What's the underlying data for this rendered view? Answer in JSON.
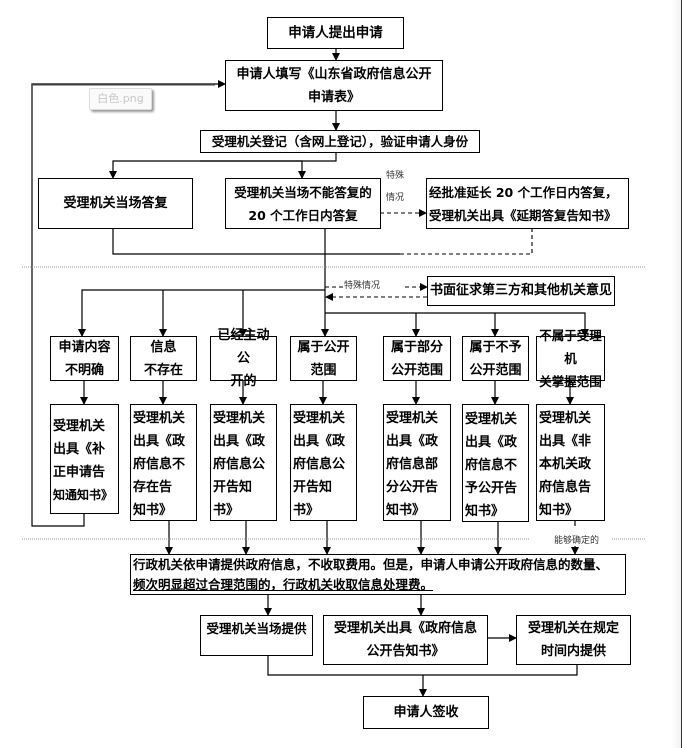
{
  "flowchart": {
    "title_box": "申请人提出申请",
    "fill_form": "申请人填写《山东省政府信息公开申请表》",
    "register": "受理机关登记（含网上登记），验证申请人身份",
    "reply_on_spot": "受理机关当场答复",
    "reply_20days": "受理机关当场不能答复的20个工作日内答复",
    "extended": "经批准延长20个工作日内答复，受理机关出具《延期答复告知书》",
    "special_case_1": "特殊情况",
    "consult_third_party": "书面征求第三方和其他机关意见",
    "special_case_2": "特殊情况",
    "categories": [
      {
        "condition": "申请内容不明确",
        "result": "受理机关出具《补正申请告知通知书》"
      },
      {
        "condition": "信息不存在",
        "result": "受理机关出具《政府信息不存在告知书》"
      },
      {
        "condition": "已经主动公开的",
        "result": "受理机关出具《政府信息公开告知书》"
      },
      {
        "condition": "属于公开范围",
        "result": "受理机关出具《政府信息公开告知书》"
      },
      {
        "condition": "属于部分公开范围",
        "result": "受理机关出具《政府信息部分公开告知书》"
      },
      {
        "condition": "属于不予公开范围",
        "result": "受理机关出具《政府信息不予公开告知书》"
      },
      {
        "condition": "不属于受理机关掌握范围",
        "result": "受理机关出具《非本机关政府信息告知书》"
      }
    ],
    "can_determine": "能够确定的",
    "fee_note_line1": "行政机关依申请提供政府信息，不收取费用。但是，申请人申请公开政府信息的数量、",
    "fee_note_line2": "频次明显超过合理范围的，行政机关收取信息处理费。",
    "provide_on_spot": "受理机关当场提供",
    "issue_notice": "受理机关出具《政府信息公开告知书》",
    "provide_in_time": "受理机关在规定时间内提供",
    "sign_receipt": "申请人签收"
  },
  "ghost_tooltip": "白色.png",
  "display_lines": {
    "fill_form": [
      "申请人填写《山东省政府信息公开",
      "申请表》"
    ],
    "reply_20days": [
      "受理机关当场不能答复的",
      "20 个工作日内答复"
    ],
    "extended": [
      "经批准延长 20 个工作日内答复，",
      "受理机关出具《延期答复告知书》"
    ],
    "special_case_1": [
      "特殊",
      "情况"
    ],
    "conditions": [
      [
        "申请内容",
        "不明确"
      ],
      [
        "信息",
        "不存在"
      ],
      [
        "已经主动公",
        "开的"
      ],
      [
        "属于公开",
        "范围"
      ],
      [
        "属于部分",
        "公开范围"
      ],
      [
        "属于不予",
        "公开范围"
      ],
      [
        "不属于受理机",
        "关掌握范围"
      ]
    ],
    "results": [
      [
        "受理机关",
        "出具《补",
        "正申请告",
        "知通知书》"
      ],
      [
        "受理机关",
        "出具《政",
        "府信息不",
        "存在告",
        "知书》"
      ],
      [
        "受理机关",
        "出具《政",
        "府信息公",
        "开告知",
        "书》"
      ],
      [
        "受理机关",
        "出具《政",
        "府信息公",
        "开告知",
        "书》"
      ],
      [
        "受理机关",
        "出具《政",
        "府信息部",
        "分公开告",
        "知书》"
      ],
      [
        "受理机关",
        "出具《政",
        "府信息不",
        "予公开告",
        "知书》"
      ],
      [
        "受理机关",
        "出具《非",
        "本机关政",
        "府信息告",
        "知书》"
      ]
    ],
    "issue_notice": [
      "受理机关出具《政府信息",
      "公开告知书》"
    ],
    "provide_in_time": [
      "受理机关在规定",
      "时间内提供"
    ]
  }
}
